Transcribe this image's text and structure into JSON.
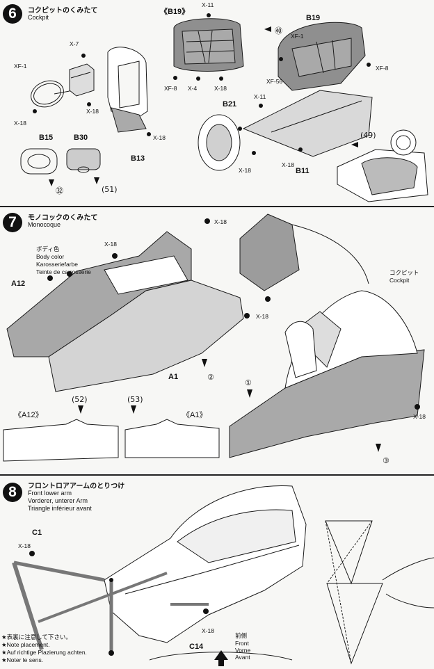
{
  "step6": {
    "number": "6",
    "title_jp": "コクピットのくみたて",
    "title_en": "Cockpit",
    "parts": {
      "b19_bracket": "《B19》",
      "b19": "B19",
      "b15": "B15",
      "b30": "B30",
      "b13": "B13",
      "b21": "B21",
      "b11": "B11"
    },
    "screws": {
      "xf1_a": "XF-1",
      "xf1_b": "XF-1",
      "xf8_a": "XF-8",
      "xf8_b": "XF-8",
      "xf56": "XF-56",
      "x4": "X-4",
      "x7": "X-7",
      "x11_a": "X-11",
      "x11_b": "X-11",
      "x18_1": "X-18",
      "x18_2": "X-18",
      "x18_3": "X-18",
      "x18_4": "X-18",
      "x18_5": "X-18",
      "x18_6": "X-18"
    },
    "decals": {
      "d40": "㊵",
      "d32": "㉜",
      "d51": "(51)",
      "d49": "(49)"
    }
  },
  "step7": {
    "number": "7",
    "title_jp": "モノコックのくみたて",
    "title_en": "Monocoque",
    "body_color_jp": "ボディ色",
    "body_color_en": "Body color",
    "body_color_de": "Karosseriefarbe",
    "body_color_fr": "Teinte de carrosserie",
    "cockpit_jp": "コクピット",
    "cockpit_en": "Cockpit",
    "parts": {
      "a12": "A12",
      "a1": "A1",
      "a12_bracket": "《A12》",
      "a1_bracket": "《A1》"
    },
    "screws": {
      "x18_1": "X-18",
      "x18_2": "X-18",
      "x18_3": "X-18",
      "x18_4": "X-18"
    },
    "decals": {
      "d52": "(52)",
      "d53": "(53)",
      "c1": "①",
      "c2": "②",
      "c3": "③"
    }
  },
  "step8": {
    "number": "8",
    "title_jp": "フロントロアアームのとりつけ",
    "title_en": "Front lower arm",
    "title_de": "Vorderer, unterer Arm",
    "title_fr": "Triangle inférieur avant",
    "parts": {
      "c1": "C1",
      "c14": "C14"
    },
    "screws": {
      "x18_1": "X-18",
      "x18_2": "X-18"
    },
    "note_jp": "★表裏に注意して下さい。",
    "note_en": "★Note placement.",
    "note_de": "★Auf richtige Plazierung achten.",
    "note_fr": "★Noter le sens.",
    "front_jp": "前側",
    "front_en": "Front",
    "front_de": "Vorne",
    "front_fr": "Avant"
  },
  "colors": {
    "ink": "#1a1a1a",
    "grey_part": "#8f8f8f",
    "light_grey": "#c9c9c9",
    "paper": "#f7f7f5"
  }
}
